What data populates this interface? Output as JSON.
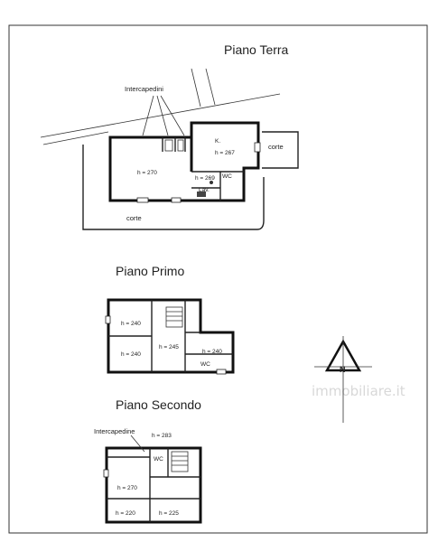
{
  "floors": {
    "ground": {
      "title": "Piano Terra",
      "callout": "Intercapedini",
      "room_kitchen_letter": "K.",
      "room_kitchen_height": "h = 267",
      "room_main_height": "h = 270",
      "room_middle_height": "h = 269",
      "wc_label": "WC",
      "lav_label": "Lav.",
      "courtyard_south": "corte",
      "courtyard_east": "corte"
    },
    "first": {
      "title": "Piano Primo",
      "room_nw_height": "h = 240",
      "room_sw_height": "h = 240",
      "room_center_height": "h = 245",
      "room_east_height": "h = 240",
      "wc_label": "WC"
    },
    "second": {
      "title": "Piano Secondo",
      "callout": "Intercapedine",
      "room_top_height": "h = 283",
      "wc_label": "WC",
      "room_main_height": "h = 270",
      "room_sw_height": "h = 220",
      "room_se_height": "h = 225"
    }
  },
  "compass": {
    "letter": "N"
  },
  "watermark": "immobiliare.it"
}
